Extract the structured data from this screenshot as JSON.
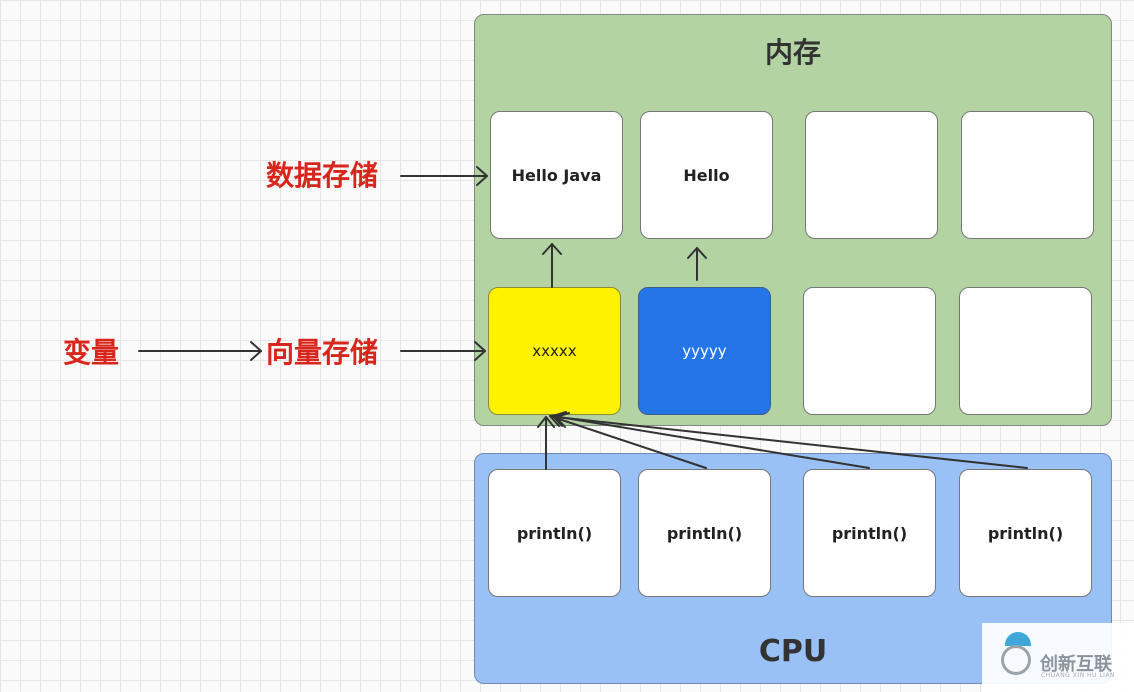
{
  "memory": {
    "title": "内存",
    "data_cells": [
      "Hello Java",
      "Hello",
      "",
      ""
    ],
    "vector_cells": [
      "xxxxx",
      "yyyyy",
      "",
      ""
    ]
  },
  "cpu": {
    "title": "CPU",
    "cells": [
      "println()",
      "println()",
      "println()",
      "println()"
    ]
  },
  "labels": {
    "data_storage": "数据存储",
    "variable": "变量",
    "vector_storage": "向量存储"
  },
  "colors": {
    "memory_bg": "#b3d3a3",
    "cpu_bg": "#99c1f5",
    "highlight_yellow": "#fff200",
    "highlight_blue": "#2476e8",
    "label_red": "#d9261c"
  },
  "watermark": {
    "text": "创新互联",
    "subtext": "CHUANG XIN HU LIAN"
  }
}
